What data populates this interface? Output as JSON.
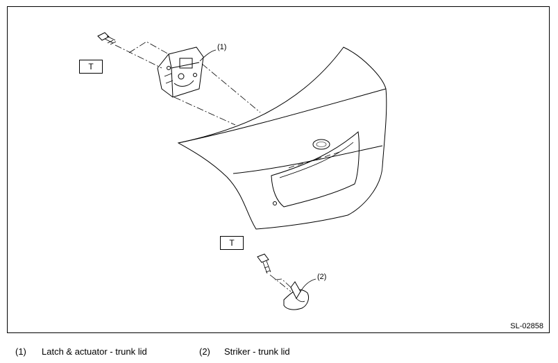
{
  "diagram": {
    "diagram_id": "SL-02858",
    "torque_marker": "T",
    "callouts": [
      {
        "number": "(1)"
      },
      {
        "number": "(2)"
      }
    ]
  },
  "legend": [
    {
      "number": "(1)",
      "label": "Latch & actuator - trunk lid"
    },
    {
      "number": "(2)",
      "label": "Striker - trunk lid"
    }
  ]
}
